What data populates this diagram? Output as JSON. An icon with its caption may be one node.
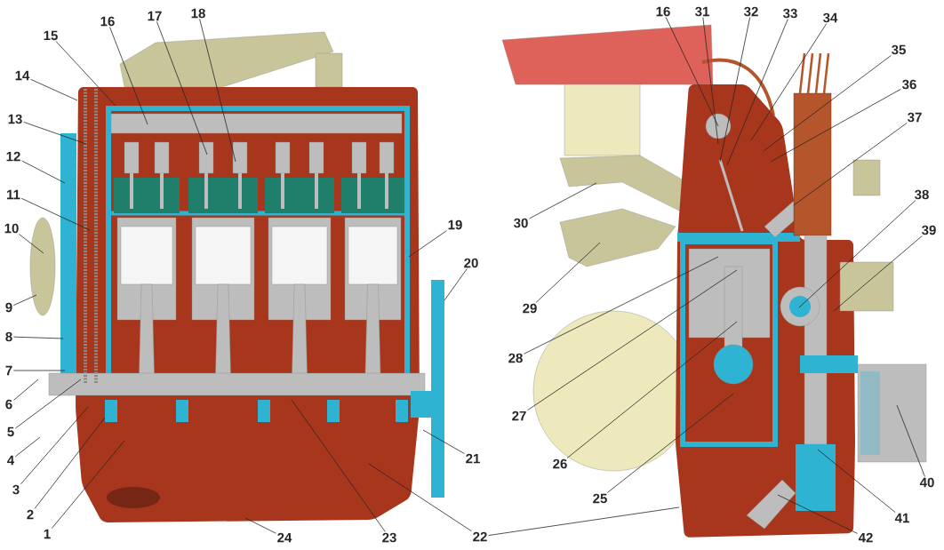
{
  "diagram": {
    "nodes": [
      {
        "text": [
          "1"
        ]
      },
      {
        "text": [
          "2"
        ]
      },
      {
        "text": [
          "3"
        ]
      },
      {
        "text": [
          "4"
        ]
      },
      {
        "text": [
          "5"
        ]
      },
      {
        "text": [
          "6"
        ]
      },
      {
        "text": [
          "7"
        ]
      },
      {
        "text": [
          "8"
        ]
      },
      {
        "text": [
          "9"
        ]
      },
      {
        "text": [
          "10"
        ]
      },
      {
        "text": [
          "11"
        ]
      },
      {
        "text": [
          "12"
        ]
      },
      {
        "text": [
          "13"
        ]
      },
      {
        "text": [
          "14"
        ]
      },
      {
        "text": [
          "15"
        ]
      },
      {
        "text": [
          "16"
        ]
      },
      {
        "text": [
          "17"
        ]
      },
      {
        "text": [
          "18"
        ]
      },
      {
        "text": [
          "19"
        ]
      },
      {
        "text": [
          "20"
        ]
      },
      {
        "text": [
          "21"
        ]
      },
      {
        "text": [
          "22"
        ]
      },
      {
        "text": [
          "23"
        ]
      },
      {
        "text": [
          "24"
        ]
      },
      {
        "text": [
          "16"
        ]
      },
      {
        "text": [
          "25"
        ]
      },
      {
        "text": [
          "26"
        ]
      },
      {
        "text": [
          "27"
        ]
      },
      {
        "text": [
          "28"
        ]
      },
      {
        "text": [
          "29"
        ]
      },
      {
        "text": [
          "30"
        ]
      },
      {
        "text": [
          "31"
        ]
      },
      {
        "text": [
          "32"
        ]
      },
      {
        "text": [
          "33"
        ]
      },
      {
        "text": [
          "34"
        ]
      },
      {
        "text": [
          "35"
        ]
      },
      {
        "text": [
          "36"
        ]
      },
      {
        "text": [
          "37"
        ]
      },
      {
        "text": [
          "38"
        ]
      },
      {
        "text": [
          "39"
        ]
      },
      {
        "text": [
          "40"
        ]
      },
      {
        "text": [
          "41"
        ]
      },
      {
        "text": [
          "42"
        ]
      }
    ],
    "edges": [
      {
        "from": 0,
        "to": null,
        "arrow": "none"
      },
      {
        "from": 1,
        "to": null,
        "arrow": "none"
      },
      {
        "from": 2,
        "to": null,
        "arrow": "none"
      },
      {
        "from": 3,
        "to": null,
        "arrow": "none"
      },
      {
        "from": 4,
        "to": null,
        "arrow": "none"
      },
      {
        "from": 5,
        "to": null,
        "arrow": "none"
      },
      {
        "from": 6,
        "to": null,
        "arrow": "none"
      },
      {
        "from": 7,
        "to": null,
        "arrow": "none"
      },
      {
        "from": 8,
        "to": null,
        "arrow": "none"
      },
      {
        "from": 9,
        "to": null,
        "arrow": "none"
      },
      {
        "from": 10,
        "to": null,
        "arrow": "none"
      },
      {
        "from": 11,
        "to": null,
        "arrow": "none"
      },
      {
        "from": 12,
        "to": null,
        "arrow": "none"
      },
      {
        "from": 13,
        "to": null,
        "arrow": "none"
      },
      {
        "from": 14,
        "to": null,
        "arrow": "none"
      },
      {
        "from": 15,
        "to": null,
        "arrow": "none"
      },
      {
        "from": 16,
        "to": null,
        "arrow": "none"
      },
      {
        "from": 17,
        "to": null,
        "arrow": "none"
      },
      {
        "from": 18,
        "to": null,
        "arrow": "none"
      },
      {
        "from": 19,
        "to": null,
        "arrow": "none"
      },
      {
        "from": 20,
        "to": null,
        "arrow": "none"
      },
      {
        "from": 21,
        "to": null,
        "arrow": "none"
      },
      {
        "from": 21,
        "to": null,
        "arrow": "none"
      },
      {
        "from": 22,
        "to": null,
        "arrow": "none"
      },
      {
        "from": 23,
        "to": null,
        "arrow": "none"
      },
      {
        "from": 24,
        "to": null,
        "arrow": "none"
      },
      {
        "from": 25,
        "to": null,
        "arrow": "none"
      },
      {
        "from": 26,
        "to": null,
        "arrow": "none"
      },
      {
        "from": 27,
        "to": null,
        "arrow": "none"
      },
      {
        "from": 28,
        "to": null,
        "arrow": "none"
      },
      {
        "from": 29,
        "to": null,
        "arrow": "none"
      },
      {
        "from": 30,
        "to": null,
        "arrow": "none"
      },
      {
        "from": 31,
        "to": null,
        "arrow": "none"
      },
      {
        "from": 32,
        "to": null,
        "arrow": "none"
      },
      {
        "from": 33,
        "to": null,
        "arrow": "none"
      },
      {
        "from": 34,
        "to": null,
        "arrow": "none"
      },
      {
        "from": 35,
        "to": null,
        "arrow": "none"
      },
      {
        "from": 36,
        "to": null,
        "arrow": "none"
      },
      {
        "from": 37,
        "to": null,
        "arrow": "none"
      },
      {
        "from": 38,
        "to": null,
        "arrow": "none"
      },
      {
        "from": 39,
        "to": null,
        "arrow": "none"
      },
      {
        "from": 40,
        "to": null,
        "arrow": "none"
      },
      {
        "from": 41,
        "to": null,
        "arrow": "none"
      },
      {
        "from": 42,
        "to": null,
        "arrow": "none"
      }
    ]
  }
}
